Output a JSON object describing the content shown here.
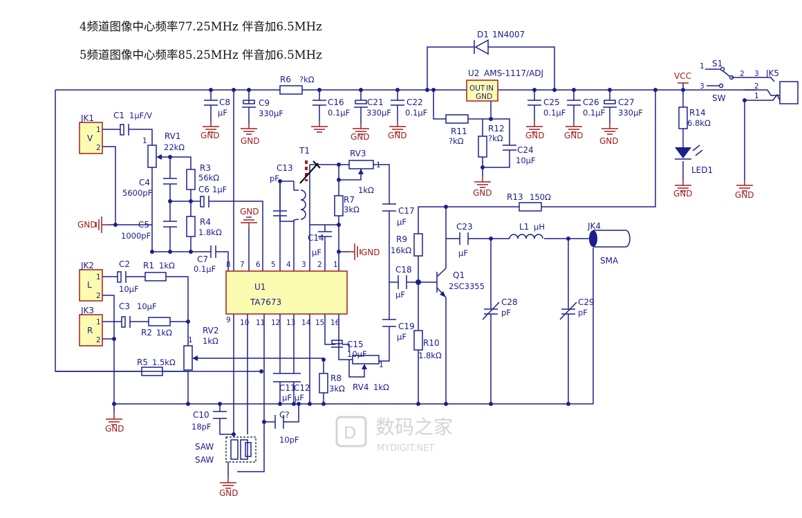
{
  "heading": {
    "line1": "4频道图像中心频率77.25MHz 伴音加6.5MHz",
    "line2": "5频道图像中心频率85.25MHz 伴音加6.5MHz"
  },
  "gnd_label": "GND",
  "vcc_label": "VCC",
  "ic": {
    "ref": "U1",
    "part": "TA7673",
    "top_pins": [
      "8",
      "7",
      "6",
      "5",
      "4",
      "3",
      "2",
      "1"
    ],
    "bottom_pins": [
      "9",
      "10",
      "11",
      "12",
      "13",
      "14",
      "15",
      "16"
    ]
  },
  "regulator": {
    "ref": "U2",
    "part": "AMS-1117/ADJ",
    "out": "OUT",
    "in": "IN",
    "gnd": "GND"
  },
  "diode": {
    "ref": "D1",
    "part": "1N4007"
  },
  "switch": {
    "ref": "S1",
    "name": "SW",
    "pins": [
      "1",
      "2",
      "3"
    ]
  },
  "jacks": {
    "jk1": {
      "ref": "JK1",
      "letter": "V",
      "pins": [
        "1",
        "2"
      ]
    },
    "jk2": {
      "ref": "JK2",
      "letter": "L",
      "pins": [
        "1",
        "2"
      ]
    },
    "jk3": {
      "ref": "JK3",
      "letter": "R",
      "pins": [
        "1",
        "2"
      ]
    },
    "jk4": {
      "ref": "JK4",
      "name": "SMA"
    },
    "jk5": {
      "ref": "JK5",
      "pins": [
        "3",
        "2",
        "1"
      ]
    }
  },
  "resistors": {
    "r1": {
      "ref": "R1",
      "value": "1kΩ"
    },
    "r2": {
      "ref": "R2",
      "value": "1kΩ"
    },
    "r3": {
      "ref": "R3",
      "value": "56kΩ"
    },
    "r4": {
      "ref": "R4",
      "value": "1.8kΩ"
    },
    "r5": {
      "ref": "R5",
      "value": "1.5kΩ"
    },
    "r6": {
      "ref": "R6",
      "value": "?kΩ"
    },
    "r7": {
      "ref": "R7",
      "value": "3kΩ"
    },
    "r8": {
      "ref": "R8",
      "value": "3kΩ"
    },
    "r9": {
      "ref": "R9",
      "value": "16kΩ"
    },
    "r10": {
      "ref": "R10",
      "value": "1.8kΩ"
    },
    "r11": {
      "ref": "R11",
      "value": "?kΩ"
    },
    "r12": {
      "ref": "R12",
      "value": "?kΩ"
    },
    "r13": {
      "ref": "R13",
      "value": "150Ω"
    },
    "r14": {
      "ref": "R14",
      "value": "6.8kΩ"
    }
  },
  "pots": {
    "rv1": {
      "ref": "RV1",
      "value": "22kΩ",
      "pin": "1"
    },
    "rv2": {
      "ref": "RV2",
      "value": "1kΩ",
      "pin": "1"
    },
    "rv3": {
      "ref": "RV3",
      "value": "1kΩ",
      "pin": "1"
    },
    "rv4": {
      "ref": "RV4",
      "value": "1kΩ",
      "pin": "1"
    }
  },
  "capacitors": {
    "c1": {
      "ref": "C1",
      "value": "1μF/V"
    },
    "c2": {
      "ref": "C2",
      "value": "10μF"
    },
    "c3": {
      "ref": "C3",
      "value": "10μF"
    },
    "c4": {
      "ref": "C4",
      "value": "5600pF"
    },
    "c5": {
      "ref": "C5",
      "value": "1000pF"
    },
    "c6": {
      "ref": "C6",
      "value": "1μF"
    },
    "c7": {
      "ref": "C7",
      "value": "0.1μF"
    },
    "c8": {
      "ref": "C8",
      "value": "μF"
    },
    "c9": {
      "ref": "C9",
      "value": "330μF"
    },
    "c10": {
      "ref": "C10",
      "value": "18pF"
    },
    "c11": {
      "ref": "C11",
      "value": "μF"
    },
    "c12": {
      "ref": "C12",
      "value": "μF"
    },
    "c13": {
      "ref": "C13",
      "value": "pF"
    },
    "c14": {
      "ref": "C14",
      "value": "μF"
    },
    "c15": {
      "ref": "C15",
      "value": "10μF"
    },
    "c16": {
      "ref": "C16",
      "value": "0.1μF"
    },
    "c17": {
      "ref": "C17",
      "value": "μF"
    },
    "c18": {
      "ref": "C18",
      "value": "μF"
    },
    "c19": {
      "ref": "C19",
      "value": "μF"
    },
    "c21": {
      "ref": "C21",
      "value": "330μF"
    },
    "c22": {
      "ref": "C22",
      "value": "0.1μF"
    },
    "c23": {
      "ref": "C23",
      "value": "μF"
    },
    "c24": {
      "ref": "C24",
      "value": "10μF"
    },
    "c25": {
      "ref": "C25",
      "value": "0.1μF"
    },
    "c26": {
      "ref": "C26",
      "value": "0.1μF"
    },
    "c27": {
      "ref": "C27",
      "value": "330μF"
    },
    "c28": {
      "ref": "C28",
      "value": "pF"
    },
    "c29": {
      "ref": "C29",
      "value": "pF"
    },
    "cq": {
      "ref": "C?",
      "value": "10pF"
    }
  },
  "inductor": {
    "ref": "L1",
    "value": "μH"
  },
  "transformer": {
    "ref": "T1"
  },
  "transistor": {
    "ref": "Q1",
    "part": "2SC3355"
  },
  "led": {
    "ref": "LED1"
  },
  "saw": {
    "label1": "SAW",
    "label2": "SAW"
  },
  "watermark": {
    "cn": "数码之家",
    "en": "MYDIGIT.NET"
  },
  "colors": {
    "wire": "#1b1f8a",
    "ground": "#a11c1c",
    "ic_fill": "#fcfcb0"
  }
}
